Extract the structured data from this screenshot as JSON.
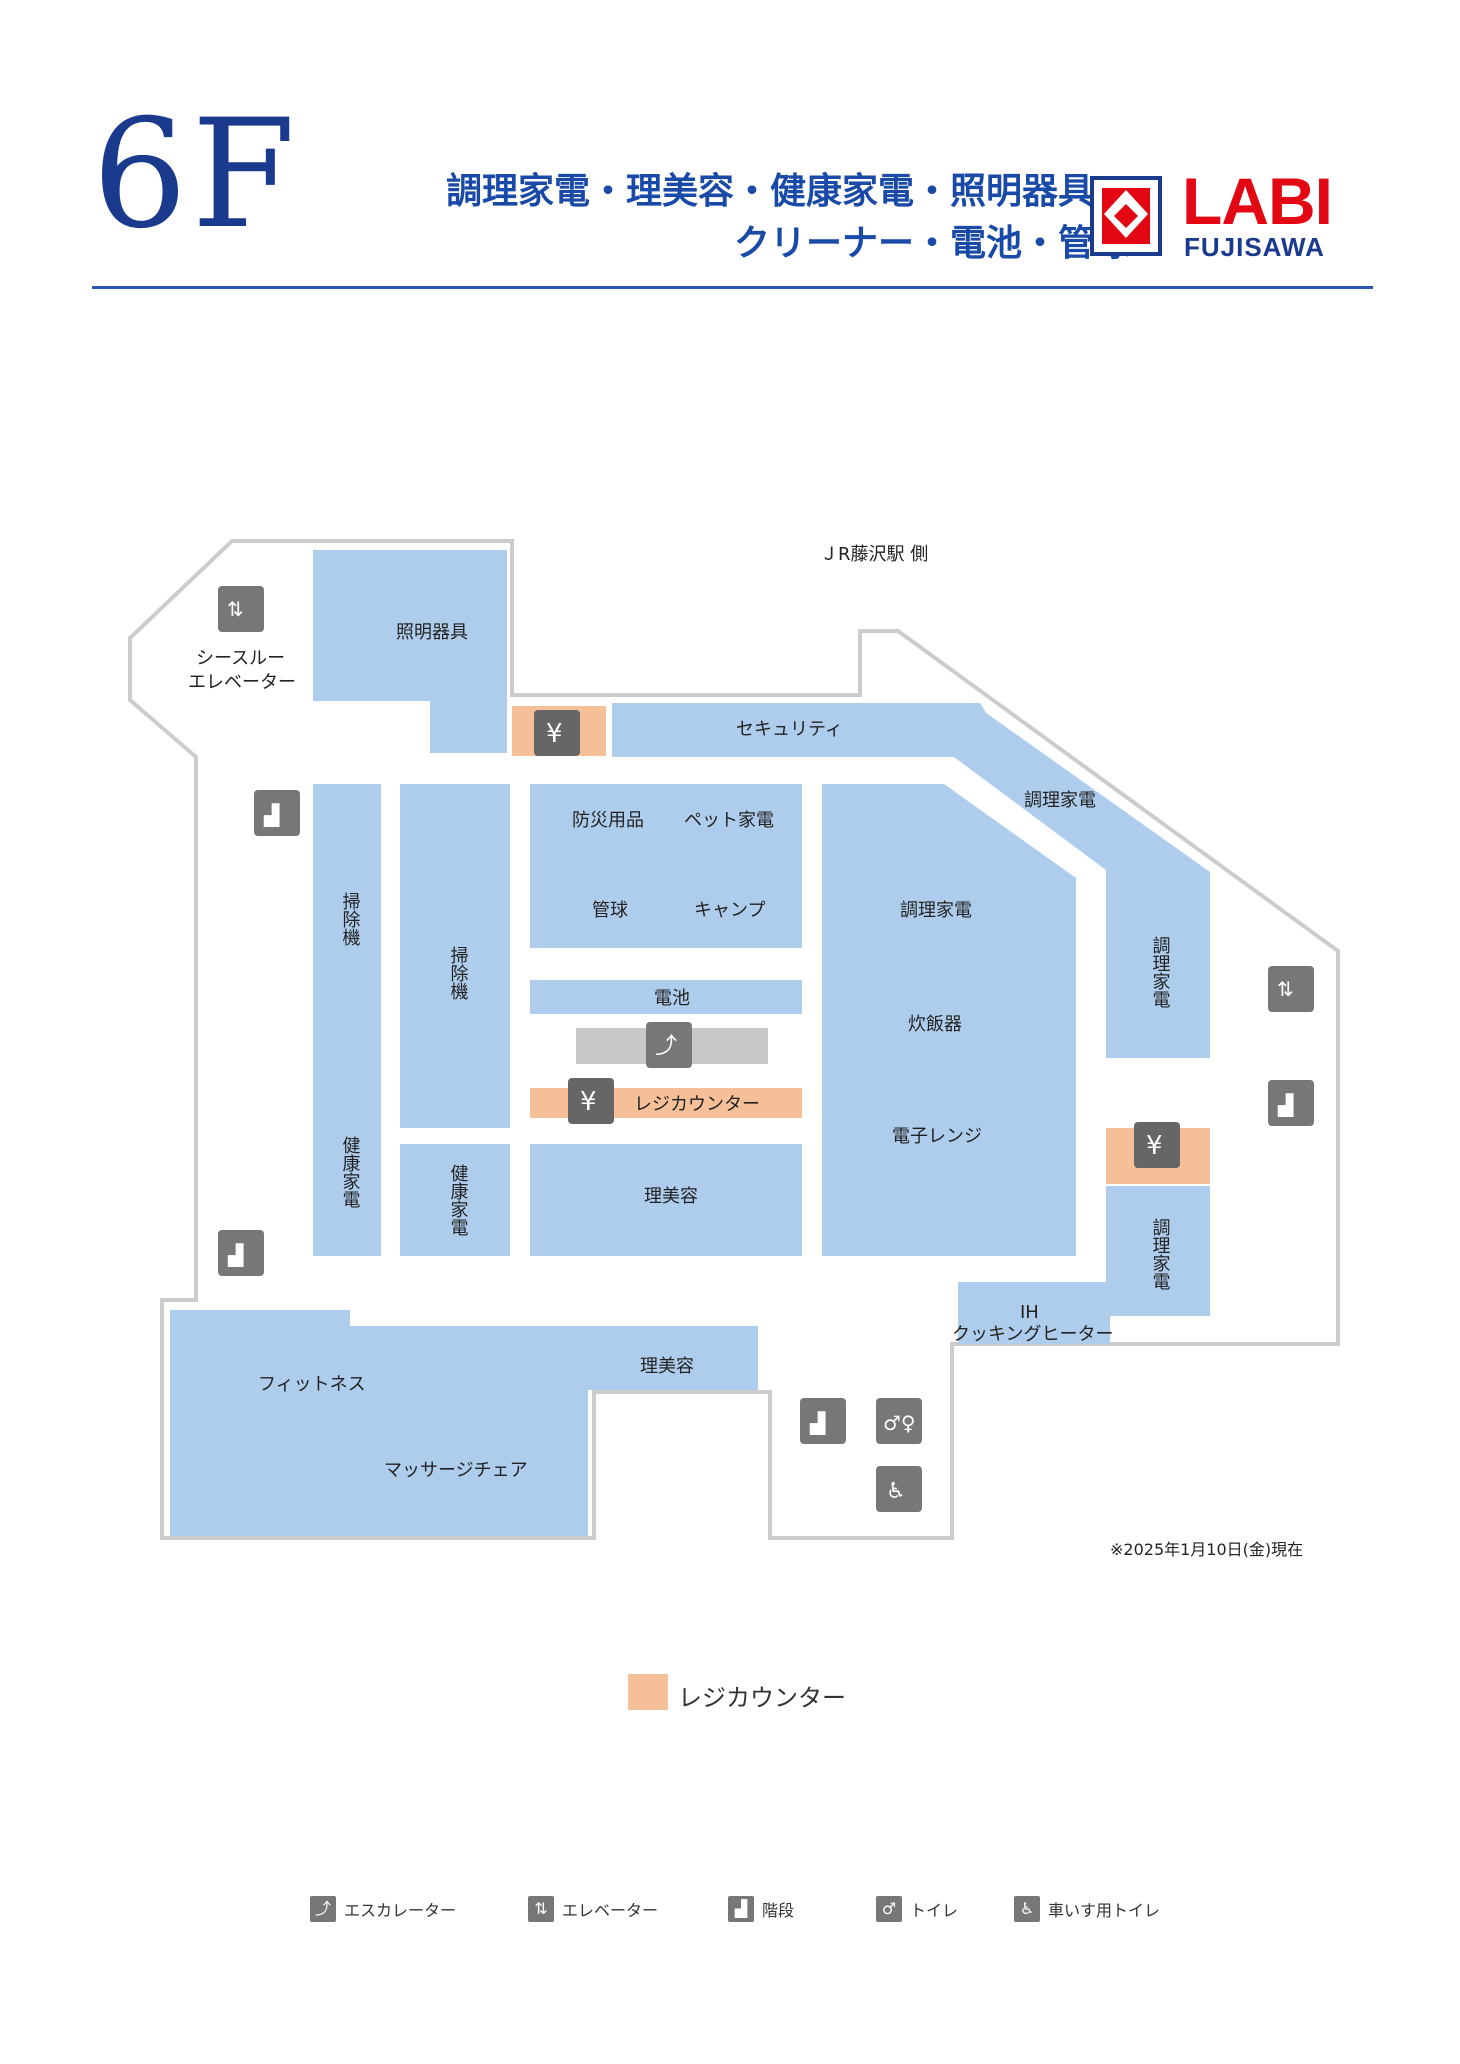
{
  "header": {
    "floor": "6F",
    "categories_line1": "調理家電・理美容・健康家電・照明器具・",
    "categories_line2": "クリーナー・電池・管球",
    "logo_main": "LABI",
    "logo_sub": "FUJISAWA"
  },
  "map": {
    "direction_label": "ＪR藤沢駅 側",
    "areas": {
      "lighting": "照明器具",
      "security": "セキュリティ",
      "kitchen_top": "調理家電",
      "disaster": "防災用品",
      "pet": "ペット家電",
      "bulbs": "管球",
      "camp": "キャンプ",
      "battery": "電池",
      "register_center": "レジカウンター",
      "beauty_center": "理美容",
      "kitchen_main": "調理家電",
      "rice": "炊飯器",
      "microwave": "電子レンジ",
      "kitchen_right_top": "調理家電",
      "kitchen_right_bottom": "調理家電",
      "ih": "IH",
      "ih_line2": "クッキングヒーター",
      "cleaner_left": "掃除機",
      "health_left": "健康家電",
      "cleaner_mid": "掃除機",
      "health_mid": "健康家電",
      "fitness": "フィットネス",
      "massage": "マッサージチェア",
      "beauty_bottom": "理美容",
      "see_through_line1": "シースルー",
      "see_through_line2": "エレベーター"
    },
    "date_note": "※2025年1月10日(金)現在"
  },
  "legend": {
    "register": "レジカウンター",
    "escalator": "エスカレーター",
    "elevator": "エレベーター",
    "stairs": "階段",
    "toilet": "トイレ",
    "accessible_toilet": "車いす用トイレ"
  },
  "colors": {
    "area_fill": "#aecdec",
    "register_fill": "#f5bf98",
    "escalator_fill": "#c8c8c8",
    "floor_outline": "#cccccc",
    "icon_fill": "#777777",
    "brand_blue": "#1a3a8e",
    "brand_red": "#e30613"
  }
}
